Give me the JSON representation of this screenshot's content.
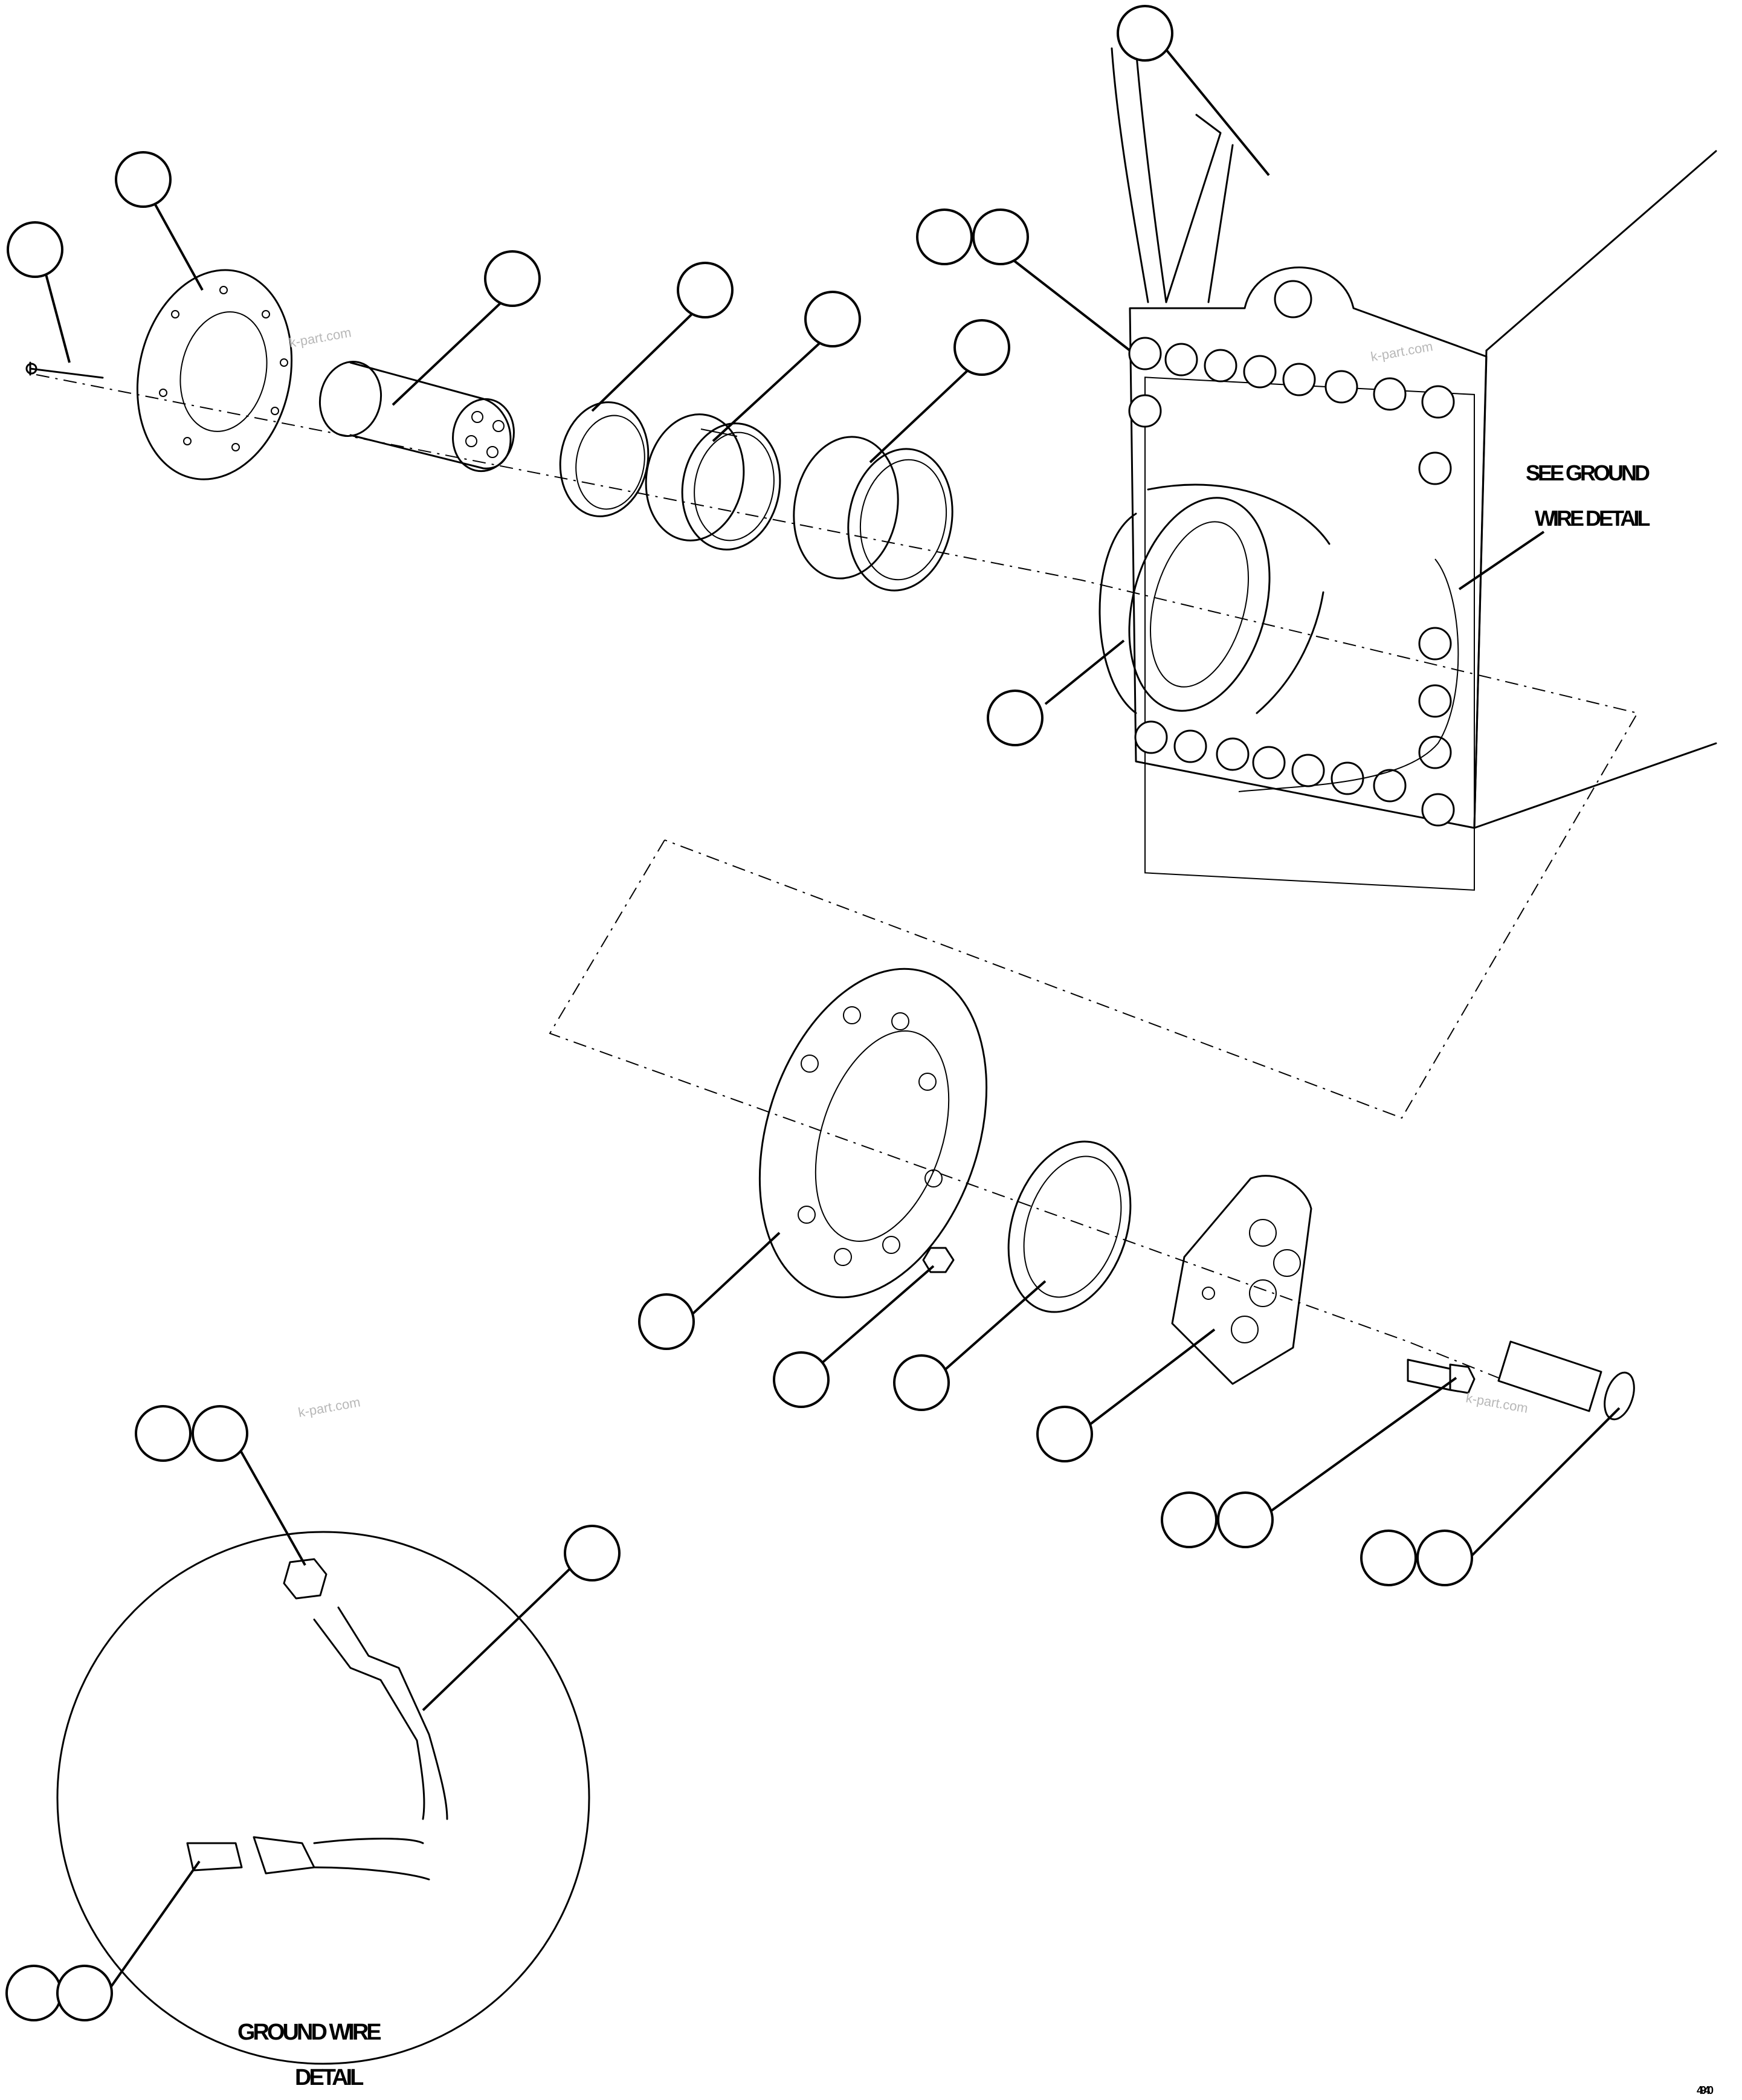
{
  "labels": {
    "see_ground_line1": "SEE GROUND",
    "see_ground_line2": "WIRE DETAIL",
    "ground_wire_line1": "GROUND WIRE",
    "ground_wire_line2": "DETAIL",
    "figure_code": "4940"
  },
  "watermark": "k-part.com"
}
